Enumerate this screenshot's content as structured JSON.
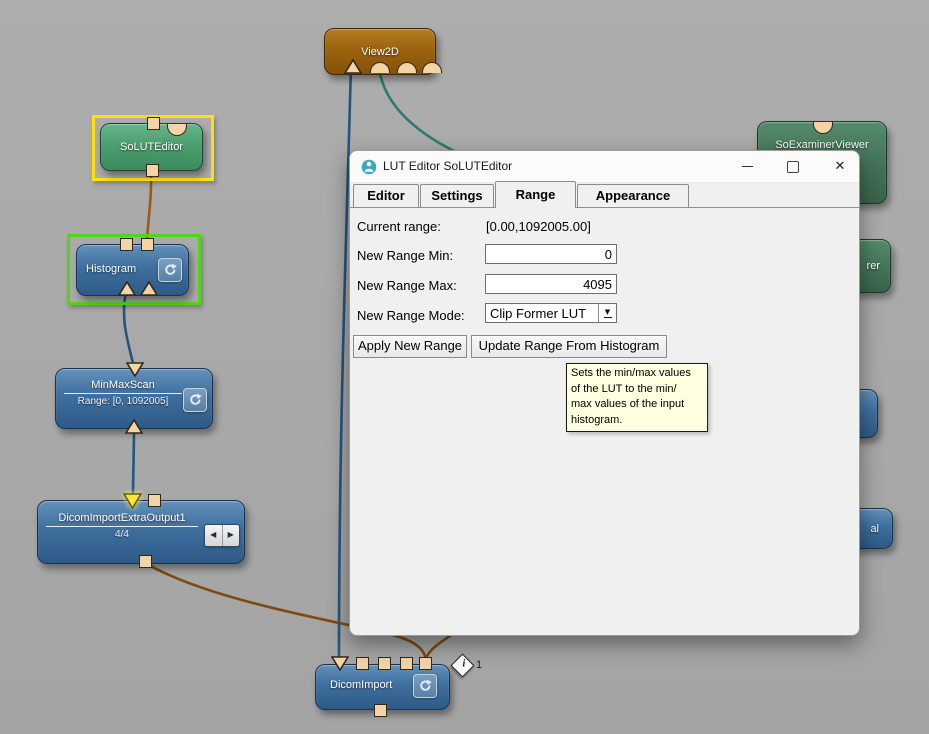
{
  "canvas": {
    "background": "#a9a9a9"
  },
  "colors": {
    "edge_blue": "#24557f",
    "edge_teal": "#2d7a71",
    "edge_brown_light": "#9a5a12",
    "edge_brown": "#7d4a14",
    "selection_yellow": "#ffdf0e",
    "selection_green": "#52d41a",
    "node_blue": "#3f6f9e",
    "node_brown": "#9c6410",
    "node_green": "#4a9c6d",
    "node_dark_green": "#45755a",
    "connector_tan": "#f2d4a6",
    "tooltip_bg": "#ffffe1"
  },
  "icons": {
    "app": "person-in-teal-circle",
    "minimize": "─",
    "maximize": "▢",
    "close": "✕",
    "dropdown": "▼",
    "pager_left": "◀",
    "pager_right": "▶",
    "refresh": "circular-arrow",
    "info": "i"
  },
  "dialog": {
    "title": "LUT Editor SoLUTEditor",
    "tabs": [
      {
        "label": "Editor",
        "active": false
      },
      {
        "label": "Settings",
        "active": false
      },
      {
        "label": "Range",
        "active": true
      },
      {
        "label": "Appearance",
        "active": false
      }
    ],
    "form": {
      "current_range_label": "Current range:",
      "current_range_value": "[0.00,1092005.00]",
      "min_label": "New Range Min:",
      "min_value": "0",
      "max_label": "New Range Max:",
      "max_value": "4095",
      "mode_label": "New Range Mode:",
      "mode_value": "Clip Former LUT",
      "apply_button": "Apply New Range",
      "update_button": "Update Range From Histogram",
      "tooltip": "Sets the min/max values\nof the LUT to the min/\nmax values of the input\nhistogram."
    }
  },
  "graph": {
    "view2d": {
      "label": "View2D"
    },
    "so_lut_editor": {
      "label": "SoLUTEditor"
    },
    "histogram": {
      "label": "Histogram"
    },
    "min_max_scan": {
      "label": "MinMaxScan",
      "range": "Range: [0, 1092005]"
    },
    "dicom_import_extra_output1": {
      "label": "DicomImportExtraOutput1",
      "page": "4/4"
    },
    "dicom_import": {
      "label": "DicomImport",
      "badge": "1"
    },
    "so_examiner_viewer": {
      "label": "SoExaminerViewer"
    },
    "partial_green": {
      "label": "rer"
    },
    "partial_blue_low": {
      "label": "al"
    }
  }
}
